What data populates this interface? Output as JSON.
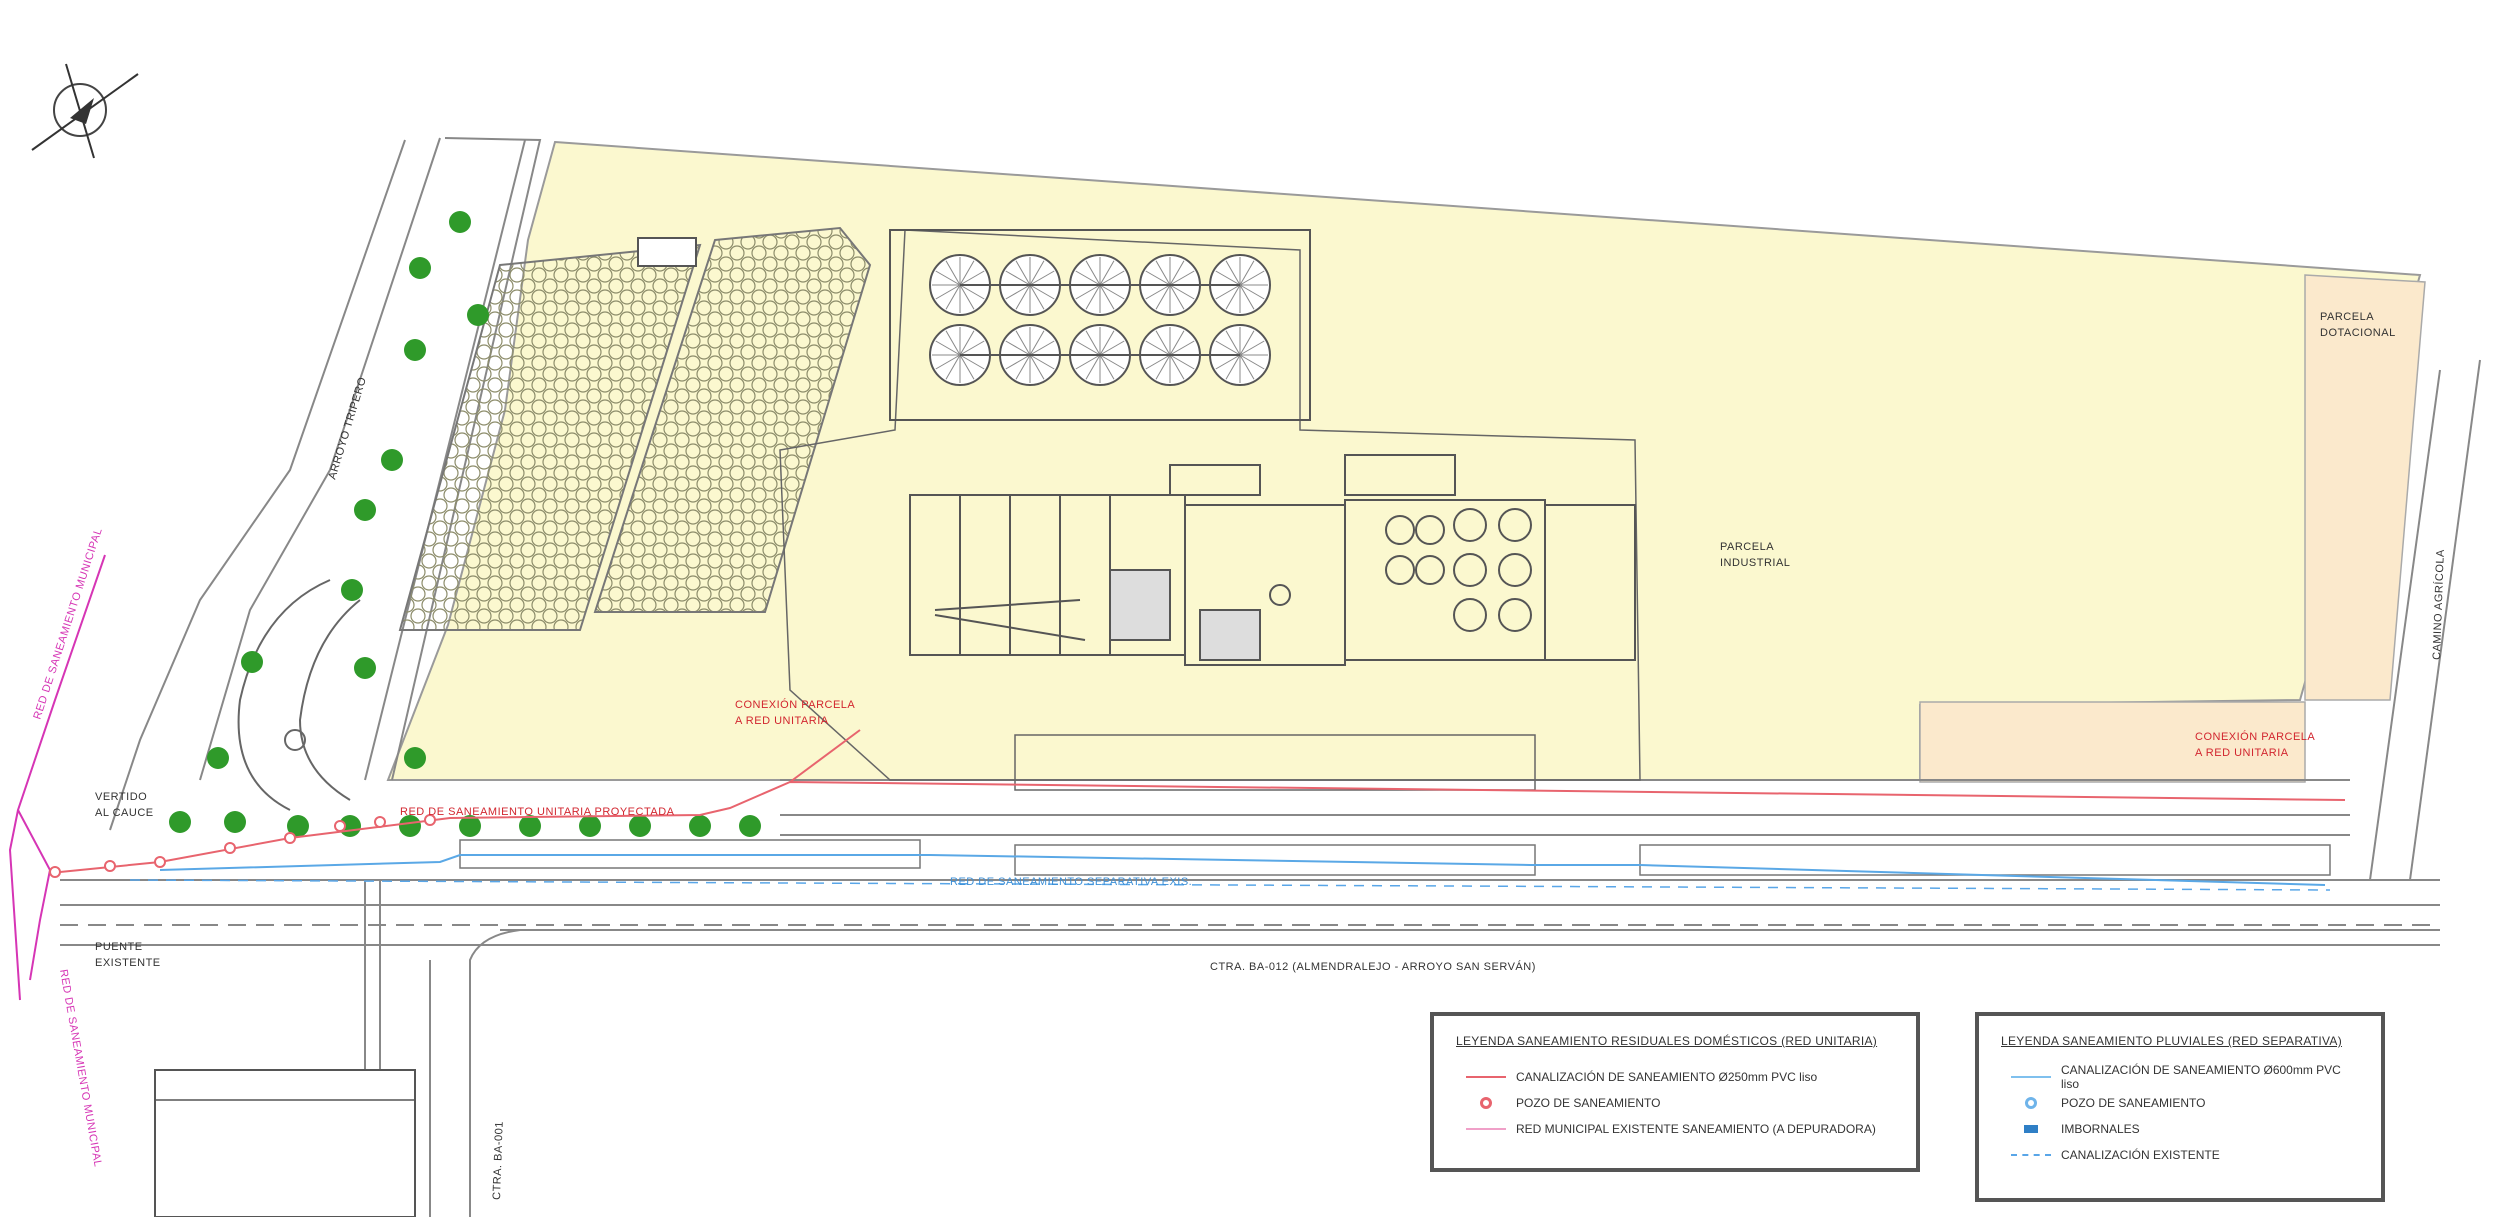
{
  "labels": {
    "arroyo_tripero": "ARROYO TRIPERO",
    "red_municipal_top": "RED DE SANEAMIENTO MUNICIPAL",
    "red_municipal_bottom": "RED DE SANEAMIENTO MUNICIPAL",
    "vertido": "VERTIDO\nAL CAUCE",
    "puente": "PUENTE\nEXISTENTE",
    "conexion_left": "CONEXIÓN PARCELA\nA RED UNITARIA",
    "conexion_right": "CONEXIÓN PARCELA\nA RED UNITARIA",
    "red_unitaria": "RED DE SANEAMIENTO UNITARIA PROYECTADA",
    "red_separativa": "RED DE SANEAMIENTO SEPARATIVA EXIS.",
    "carretera": "CTRA. BA-012 (ALMENDRALEJO - ARROYO SAN SERVÁN)",
    "ctra_ba001": "CTRA. BA-001",
    "parcela_industrial": "PARCELA\nINDUSTRIAL",
    "parcela_dotacional": "PARCELA\nDOTACIONAL",
    "camino_agricola": "CAMINO AGRÍCOLA"
  },
  "legend_residuales": {
    "title": "LEYENDA SANEAMIENTO RESIDUALES DOMÉSTICOS (RED UNITARIA)",
    "items": [
      {
        "symbol": "line",
        "color": "#e8646e",
        "label": "CANALIZACIÓN DE SANEAMIENTO Ø250mm PVC liso"
      },
      {
        "symbol": "circle",
        "color": "#e8646e",
        "label": "POZO DE SANEAMIENTO"
      },
      {
        "symbol": "line",
        "color": "#f0a0c8",
        "label": "RED MUNICIPAL EXISTENTE SANEAMIENTO (A DEPURADORA)"
      }
    ]
  },
  "legend_pluviales": {
    "title": "LEYENDA SANEAMIENTO PLUVIALES (RED SEPARATIVA)",
    "items": [
      {
        "symbol": "line",
        "color": "#7fc0ee",
        "label": "CANALIZACIÓN DE SANEAMIENTO Ø600mm PVC liso"
      },
      {
        "symbol": "circle",
        "color": "#6fb4ea",
        "label": "POZO DE SANEAMIENTO"
      },
      {
        "symbol": "bar",
        "color": "#2f7fc6",
        "label": "IMBORNALES"
      },
      {
        "symbol": "dash",
        "color": "#59a6e8",
        "label": "CANALIZACIÓN EXISTENTE"
      }
    ]
  },
  "colors": {
    "parcel": "#fbf8cf",
    "dotacional": "#fbe9cc",
    "unitaria": "#e8646e",
    "municipal": "#d635b5",
    "separativa": "#5aa8e6",
    "tree": "#2f9a2a"
  }
}
